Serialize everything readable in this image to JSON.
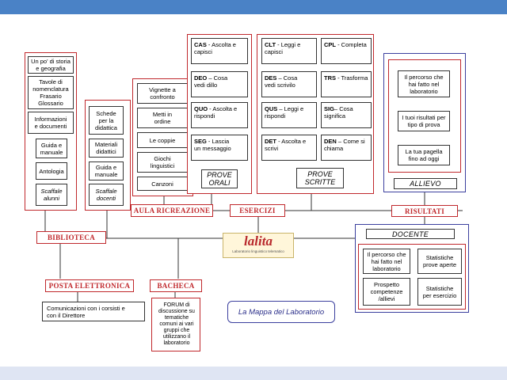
{
  "logo": {
    "word": "lalita",
    "subtitle": "Laboratorio linguistico telematico"
  },
  "map_title": "La Mappa del Laboratorio",
  "biblioteca": {
    "label": "BIBLIOTECA",
    "col1": [
      "Un po' di storia\ne geografia",
      "Tavole di\nnomenclatura\nFrasario\nGlossario",
      "Informazioni\ne documenti",
      "Guida e\nmanuale",
      "Antologia",
      "Scaffale\nalunni"
    ],
    "col2": [
      "Schede\nper la\ndidattica",
      "Materiali\ndidattici",
      "Guida e\nmanuale",
      "Scaffale\ndocenti"
    ]
  },
  "aula": {
    "label": "AULA RICREAZIONE",
    "items": [
      "Vignette a\nconfronto",
      "Metti in\nordine",
      "Le coppie",
      "Giochi\nlinguistici",
      "Canzoni"
    ]
  },
  "esercizi": {
    "label": "ESERCIZI",
    "orali": {
      "label": "PROVE\nORALI",
      "items": [
        {
          "code": "CAS",
          "sep": " - ",
          "text": "Ascolta e\ncapisci"
        },
        {
          "code": "DEO",
          "sep": " – ",
          "text": "Cosa\nvedi dillo"
        },
        {
          "code": "QUO",
          "sep": " - ",
          "text": "Ascolta e\nrispondi"
        },
        {
          "code": "SEG",
          "sep": " - ",
          "text": "Lascia\nun messaggio"
        }
      ]
    },
    "scritte": {
      "label": "PROVE\nSCRITTE",
      "items": [
        {
          "code": "CLT",
          "sep": " - ",
          "text": "Leggi e\ncapisci"
        },
        {
          "code": "CPL",
          "sep": " - ",
          "text": "Completa"
        },
        {
          "code": "DES",
          "sep": " – ",
          "text": "Cosa\nvedi scrivilo"
        },
        {
          "code": "TRS",
          "sep": " - ",
          "text": "Trasforma"
        },
        {
          "code": "QUS",
          "sep": " – ",
          "text": "Leggi e\nrispondi"
        },
        {
          "code": "SIG",
          "sep": "– ",
          "text": "Cosa\nsignifica"
        },
        {
          "code": "DET",
          "sep": " - ",
          "text": "Ascolta e\nscrivi"
        },
        {
          "code": "DEN",
          "sep": " – ",
          "text": "Come si\nchiama"
        }
      ]
    }
  },
  "risultati": {
    "label": "RISULTATI",
    "allievo": {
      "label": "ALLIEVO",
      "items": [
        "Il percorso che\nhai fatto nel\nlaboratorio",
        "I tuoi risultati per\ntipo di prova",
        "La tua pagella\nfino ad oggi"
      ]
    },
    "docente": {
      "label": "DOCENTE",
      "items": [
        "Il percorso che\nhai fatto nel\nlaboratorio",
        "Statistiche\nprove aperte",
        "Prospetto\ncompetenze\n/allievi",
        "Statistiche\nper esercizio"
      ]
    }
  },
  "posta": {
    "label": "POSTA ELETTRONICA",
    "text": "Comunicazioni con i corsisti e\ncon il Direttore"
  },
  "bacheca": {
    "label": "BACHECA",
    "text": "FORUM di\ndiscussione su\ntematiche\ncomuni ai vari\ngruppi che\nutilizzano il\nlaboratorio"
  },
  "colors": {
    "top_bar": "#4a82c6",
    "frame_red": "#c0282c",
    "frame_blue": "#3b3f9e",
    "bottom_bar": "#dfe5f3"
  }
}
